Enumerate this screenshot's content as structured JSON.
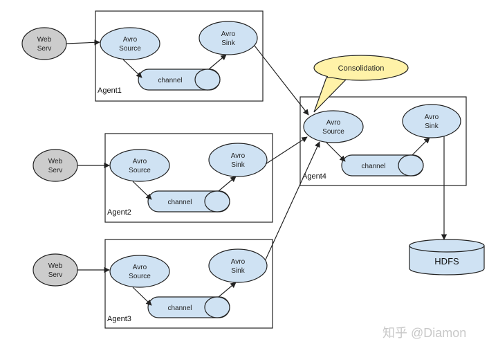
{
  "agents": [
    {
      "label": "Agent1",
      "source": [
        "Avro",
        "Source"
      ],
      "sink": [
        "Avro",
        "Sink"
      ],
      "channel": "channel"
    },
    {
      "label": "Agent2",
      "source": [
        "Avro",
        "Source"
      ],
      "sink": [
        "Avro",
        "Sink"
      ],
      "channel": "channel"
    },
    {
      "label": "Agent3",
      "source": [
        "Avro",
        "Source"
      ],
      "sink": [
        "Avro",
        "Sink"
      ],
      "channel": "channel"
    },
    {
      "label": "Agent4",
      "source": [
        "Avro",
        "Source"
      ],
      "sink": [
        "Avro",
        "Sink"
      ],
      "channel": "channel"
    }
  ],
  "web_servers": [
    {
      "line1": "Web",
      "line2": "Serv"
    },
    {
      "line1": "Web",
      "line2": "Serv"
    },
    {
      "line1": "Web",
      "line2": "Serv"
    }
  ],
  "callout": "Consolidation",
  "storage": "HDFS",
  "watermark": "知乎 @Diamon",
  "colors": {
    "node_fill": "#cfe2f3",
    "web_fill": "#cccccc",
    "callout_fill": "#fff2a8",
    "stroke": "#222222"
  }
}
